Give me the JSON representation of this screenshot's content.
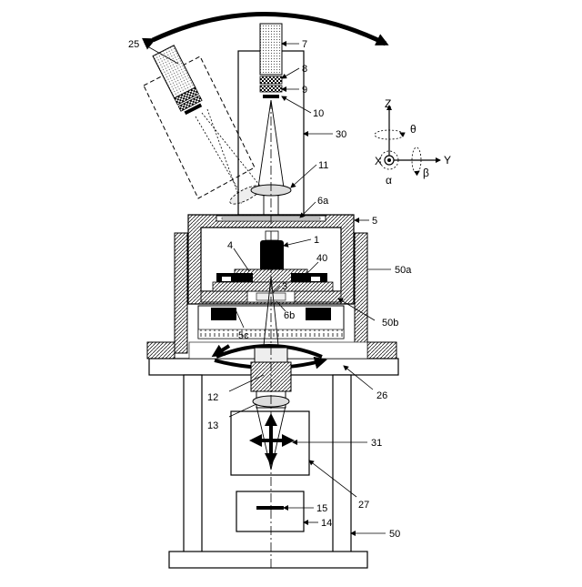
{
  "figure": {
    "labels": [
      {
        "key": "l25",
        "text": "25"
      },
      {
        "key": "l7",
        "text": "7"
      },
      {
        "key": "l8",
        "text": "8"
      },
      {
        "key": "l9",
        "text": "9"
      },
      {
        "key": "l10",
        "text": "10"
      },
      {
        "key": "l30",
        "text": "30"
      },
      {
        "key": "l11",
        "text": "11"
      },
      {
        "key": "l6a",
        "text": "6a"
      },
      {
        "key": "l5",
        "text": "5"
      },
      {
        "key": "l4",
        "text": "4"
      },
      {
        "key": "l1",
        "text": "1"
      },
      {
        "key": "l40",
        "text": "40"
      },
      {
        "key": "l50a",
        "text": "50a"
      },
      {
        "key": "l3",
        "text": "3"
      },
      {
        "key": "l6b",
        "text": "6b"
      },
      {
        "key": "l50b",
        "text": "50b"
      },
      {
        "key": "l5c",
        "text": "5c"
      },
      {
        "key": "l26",
        "text": "26"
      },
      {
        "key": "l12",
        "text": "12"
      },
      {
        "key": "l13",
        "text": "13"
      },
      {
        "key": "l31",
        "text": "31"
      },
      {
        "key": "l27",
        "text": "27"
      },
      {
        "key": "l15",
        "text": "15"
      },
      {
        "key": "l14",
        "text": "14"
      },
      {
        "key": "l50",
        "text": "50"
      }
    ],
    "axes": {
      "z": "Z",
      "y": "Y",
      "x": "X",
      "theta": "θ",
      "alpha": "α",
      "beta": "β"
    }
  }
}
